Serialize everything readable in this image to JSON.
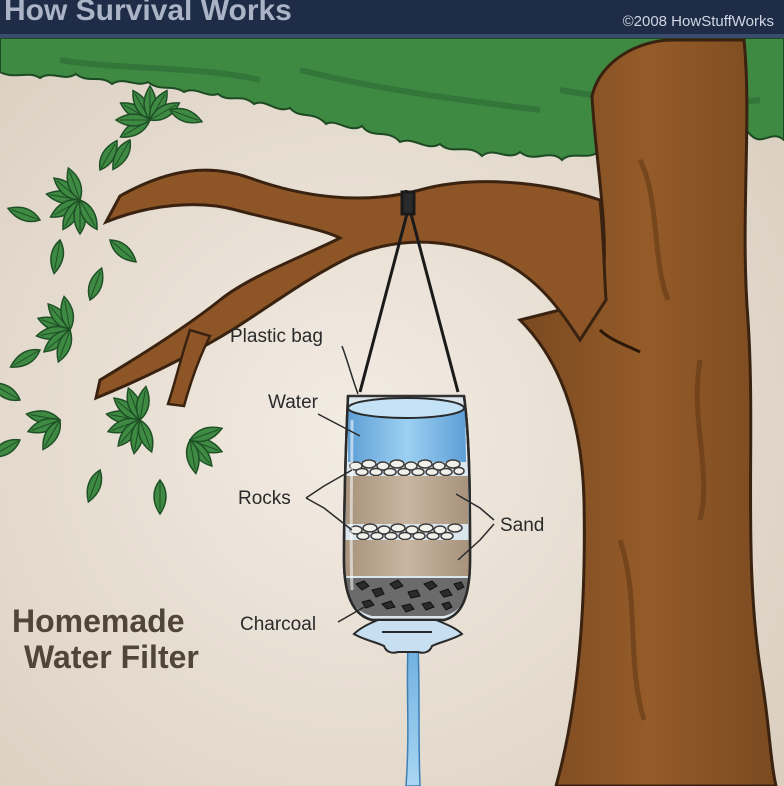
{
  "header": {
    "series_title": "How Survival Works",
    "copyright": "©2008 HowStuffWorks"
  },
  "title": {
    "line1": "Homemade",
    "line2": "Water Filter"
  },
  "labels": {
    "plastic_bag": "Plastic bag",
    "water": "Water",
    "rocks": "Rocks",
    "sand": "Sand",
    "charcoal": "Charcoal"
  },
  "colors": {
    "background": "#e6ddd2",
    "header_bar": "#1f2c47",
    "foliage": "#3e8a43",
    "foliage_dark": "#1f5a2a",
    "trunk": "#8a5424",
    "water": "#7db8e6",
    "sand": "#b8a48f",
    "title_text": "#4f4638"
  }
}
